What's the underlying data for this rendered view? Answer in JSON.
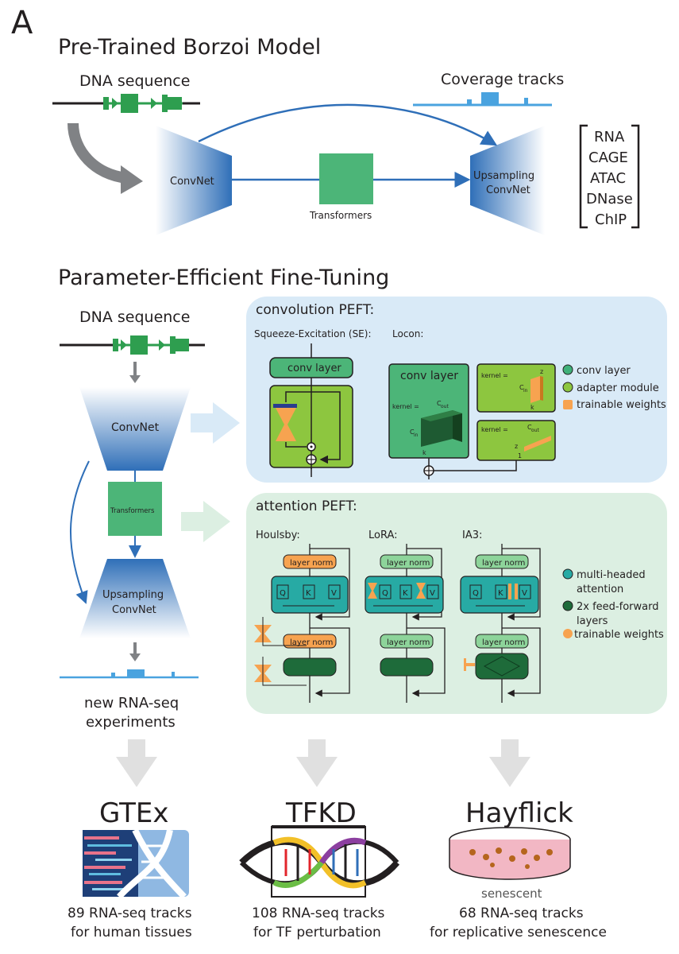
{
  "panel_letter": "A",
  "pretrained": {
    "title": "Pre-Trained Borzoi Model",
    "dna_label": "DNA sequence",
    "coverage_label": "Coverage tracks",
    "convnet": "ConvNet",
    "transformers": "Transformers",
    "upsampling": [
      "Upsampling",
      "ConvNet"
    ],
    "track_types": [
      "RNA",
      "CAGE",
      "ATAC",
      "DNase",
      "ChIP"
    ]
  },
  "peft": {
    "title": "Parameter-Efficient Fine-Tuning",
    "dna_label": "DNA sequence",
    "convnet": "ConvNet",
    "transformers": "Transformers",
    "upsampling": [
      "Upsampling",
      "ConvNet"
    ],
    "output_label": [
      "new RNA-seq",
      "experiments"
    ]
  },
  "conv_peft": {
    "title": "convolution PEFT:",
    "se_label": "Squeeze-Excitation (SE):",
    "locon_label": "Locon:",
    "conv_layer": "conv layer",
    "kernel_eq": "kernel =",
    "c_out": "C",
    "c_out_sub": "out",
    "c_in": "C",
    "c_in_sub": "in",
    "k": "k",
    "z": "z",
    "one": "1",
    "legend": [
      "conv layer",
      "adapter module",
      "trainable weights"
    ],
    "legend_colors": [
      "#3fb079",
      "#8dc63f",
      "#f7a350"
    ]
  },
  "attn_peft": {
    "title": "attention PEFT:",
    "houlsby": "Houlsby:",
    "lora": "LoRA:",
    "ia3": "IA3:",
    "layer_norm": "layer norm",
    "q": "Q",
    "k": "K",
    "v": "V",
    "legend": [
      "multi-headed",
      "attention",
      "2x feed-forward",
      "layers",
      "trainable weights"
    ],
    "legend_colors": [
      "#27aaa4",
      "#1e6b3a",
      "#f7a350"
    ]
  },
  "datasets": [
    {
      "name": "GTEx",
      "caption": [
        "89 RNA-seq tracks",
        "for human tissues"
      ]
    },
    {
      "name": "TFKD",
      "caption": [
        "108 RNA-seq tracks",
        "for TF perturbation"
      ]
    },
    {
      "name": "Hayflick",
      "caption": [
        "68 RNA-seq tracks",
        "for replicative senescence"
      ],
      "dish_label": "senescent"
    }
  ],
  "colors": {
    "dna_green": "#2e9e4f",
    "funnel_blue": "#2f6fb8",
    "transformer_green": "#4cb578",
    "conv_panel": "#d9eaf7",
    "attn_panel": "#dcefe2",
    "adapter_green": "#8dc63f",
    "teal": "#27aaa4",
    "dark_green": "#1e6b3a",
    "orange": "#f7a350"
  }
}
